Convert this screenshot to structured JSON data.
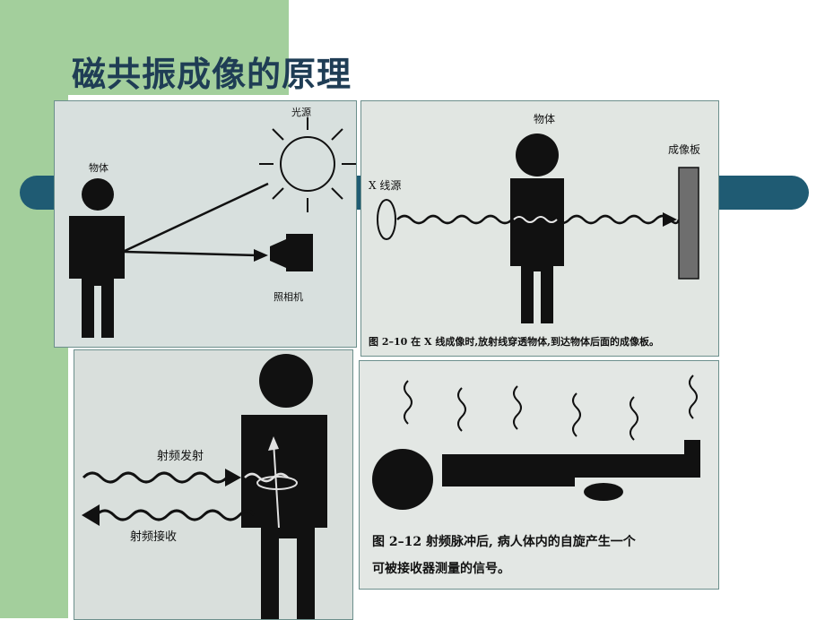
{
  "slide": {
    "title": "磁共振成像的原理"
  },
  "panels": {
    "camera": {
      "light_label": "光源",
      "object_label": "物体",
      "camera_label": "照相机"
    },
    "xray": {
      "object_label": "物体",
      "source_label": "X 线源",
      "plate_label": "成像板",
      "caption": "图 2–10   在 X 线成像时,放射线穿透物体,到达物体后面的成像板。"
    },
    "rf": {
      "emit_label": "射频发射",
      "receive_label": "射频接收"
    },
    "mri": {
      "caption_line1": "图 2–12   射频脉冲后, 病人体内的自旋产生一个",
      "caption_line2": "可被接收器测量的信号。"
    }
  },
  "colors": {
    "green": "#a3cf9c",
    "blue": "#1f5b73",
    "title": "#1f3d55"
  }
}
